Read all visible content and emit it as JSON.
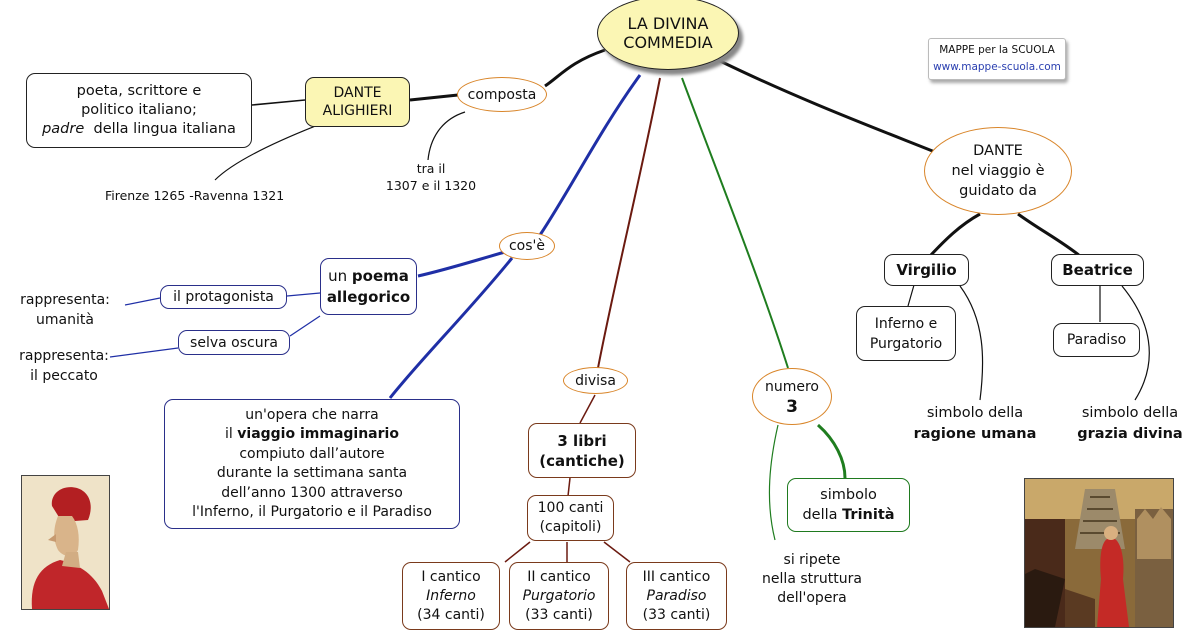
{
  "title": {
    "line1": "LA DIVINA",
    "line2": "COMMEDIA"
  },
  "brand": {
    "line1": "MAPPE per la SCUOLA",
    "line2": "www.mappe-scuola.com"
  },
  "dante": {
    "name_line1": "DANTE",
    "name_line2": "ALIGHIERI",
    "desc_line1": "poeta, scrittore e",
    "desc_line2": "politico italiano;",
    "desc_line3_italic": "padre",
    "desc_line3_rest": "della lingua italiana",
    "dates": "Firenze 1265 -Ravenna 1321"
  },
  "composta": {
    "label": "composta",
    "when_line1": "tra il",
    "when_line2": "1307 e il 1320"
  },
  "cose": {
    "label": "cos'è",
    "poema_prefix": "un",
    "poema_bold1": "poema",
    "poema_bold2": "allegorico",
    "protagonista": "il protagonista",
    "rappr1_line1": "rappresenta:",
    "rappr1_line2": "umanità",
    "selva": "selva oscura",
    "rappr2_line1": "rappresenta:",
    "rappr2_line2": "il peccato",
    "opera_line1": "un'opera che narra",
    "opera_line2_pre": "il",
    "opera_line2_bold": "viaggio immaginario",
    "opera_line3": "compiuto dall’autore",
    "opera_line4": "durante la settimana santa",
    "opera_line5": "dell’anno 1300 attraverso",
    "opera_line6": "l'Inferno, il Purgatorio e il Paradiso"
  },
  "divisa": {
    "label": "divisa",
    "libri_line1": "3 libri",
    "libri_line2": "(cantiche)",
    "canti_line1": "100 canti",
    "canti_line2": "(capitoli)",
    "cantiche": [
      {
        "line1": "I cantico",
        "line2": "Inferno",
        "line3": "(34 canti)"
      },
      {
        "line1": "II cantico",
        "line2": "Purgatorio",
        "line3": "(33 canti)"
      },
      {
        "line1": "III cantico",
        "line2": "Paradiso",
        "line3": "(33 canti)"
      }
    ]
  },
  "numero": {
    "label_line1": "numero",
    "label_line2": "3",
    "simbolo_line1": "simbolo",
    "simbolo_line2_pre": "della",
    "simbolo_line2_bold": "Trinità",
    "ripete_line1": "si ripete",
    "ripete_line2": "nella struttura",
    "ripete_line3": "dell'opera"
  },
  "guide": {
    "label_line1": "DANTE",
    "label_line2": "nel viaggio è",
    "label_line3": "guidato da",
    "virgilio": "Virgilio",
    "beatrice": "Beatrice",
    "virgilio_regni_line1": "Inferno e",
    "virgilio_regni_line2": "Purgatorio",
    "beatrice_regno": "Paradiso",
    "virgilio_simbolo_line1": "simbolo della",
    "virgilio_simbolo_line2": "ragione umana",
    "beatrice_simbolo_line1": "simbolo della",
    "beatrice_simbolo_line2": "grazia divina"
  },
  "colors": {
    "blue_branch": "#1f2fa6",
    "brown_branch": "#6b1a10",
    "green_branch": "#1f7d1f",
    "orange_oval": "#d9862b",
    "title_fill": "#fbf6b4",
    "name_fill": "#fbf6b4"
  }
}
